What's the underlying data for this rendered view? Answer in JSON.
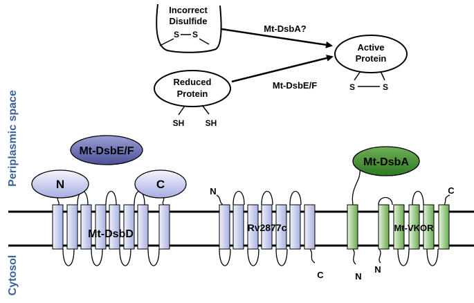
{
  "side_labels": {
    "periplasm": "Periplasmic space",
    "cytosol": "Cytosol"
  },
  "reaction": {
    "incorrect_label_1": "Incorrect",
    "incorrect_label_2": "Disulfide",
    "disulfide_s1": "S",
    "disulfide_s2": "S",
    "reduced_label_1": "Reduced",
    "reduced_label_2": "Protein",
    "thiol_1": "SH",
    "thiol_2": "SH",
    "active_label_1": "Active",
    "active_label_2": "Protein",
    "active_s1": "S",
    "active_s2": "S",
    "arrow_upper_label": "Mt-DsbA?",
    "arrow_lower_label": "Mt-DsbE/F"
  },
  "proteins": {
    "dsbef_label": "Mt-DsbE/F",
    "dsbd_n": "N",
    "dsbd_c": "C",
    "dsbd_label": "Mt-DsbD",
    "rv_label": "Rv2877c",
    "rv_n": "N",
    "rv_c": "C",
    "dsba_label": "Mt-DsbA",
    "dsba_n": "N",
    "vkor_label": "Mt-VKOR",
    "vkor_n": "N",
    "vkor_c": "C"
  },
  "colors": {
    "blue_fill_light": "#eef0fb",
    "blue_fill_dark": "#a9b1e3",
    "dsbef_fill_light": "#9aa0d6",
    "dsbef_fill_dark": "#4b4f96",
    "green_fill_light": "#c2e3b0",
    "green_fill_dark": "#6aaa52",
    "dsba_fill_light": "#6fae58",
    "dsba_fill_dark": "#2f7a23",
    "side_text": "#3a5f9a"
  }
}
